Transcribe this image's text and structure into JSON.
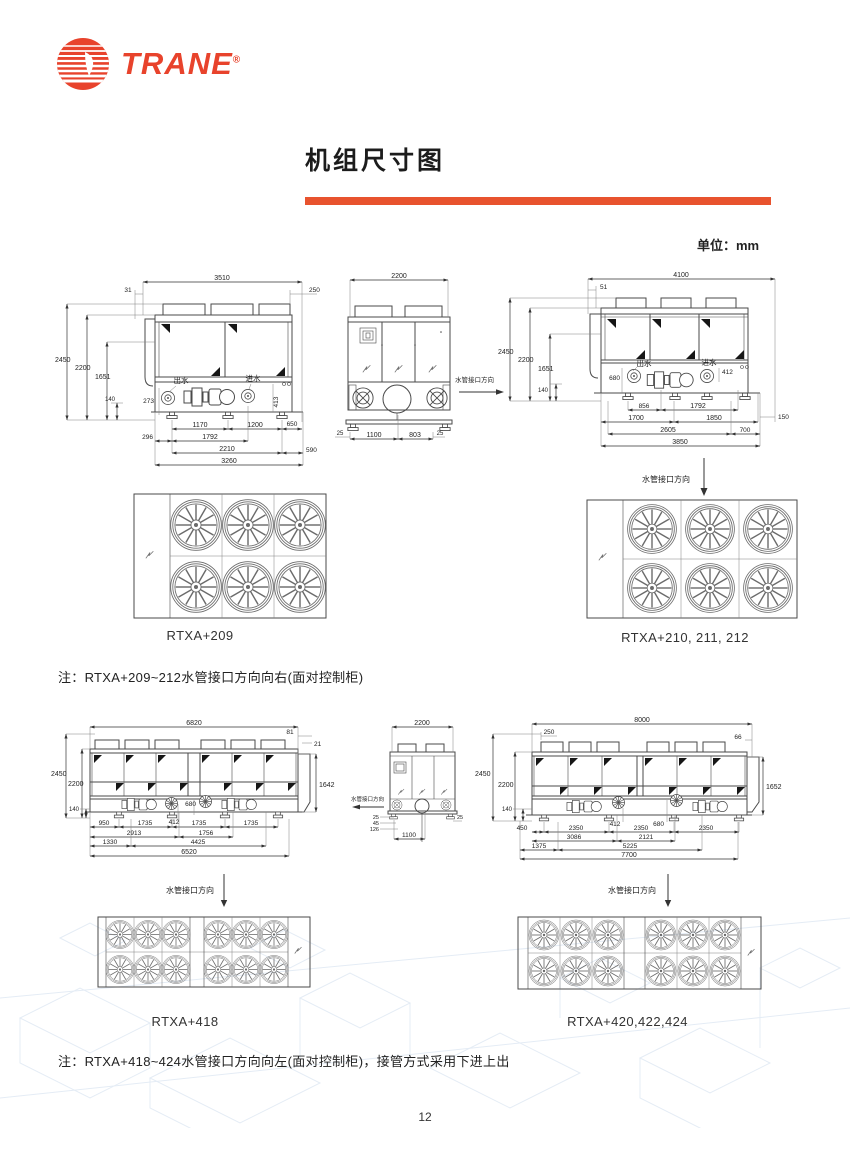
{
  "brand": {
    "name": "TRANE",
    "registered": "®"
  },
  "header": {
    "title": "机组尺寸图",
    "unit_note": "单位：mm"
  },
  "labels": {
    "pipe_dir": "水管接口方向",
    "outlet": "出水",
    "inlet": "进水"
  },
  "models": {
    "m209": "RTXA+209",
    "m210": "RTXA+210, 211, 212",
    "m418": "RTXA+418",
    "m420": "RTXA+420,422,424"
  },
  "notes": {
    "n1": "注：RTXA+209~212水管接口方向向右(面对控制柜)",
    "n2": "注：RTXA+418~424水管接口方向向左(面对控制柜)，接管方式采用下进上出"
  },
  "footer": {
    "page": "12"
  },
  "colors": {
    "accent": "#E8532E",
    "brand_red": "#E8432C",
    "line": "#4A4A4A",
    "watermark": "#E2EAF4"
  },
  "d209": {
    "t1": "3510",
    "t2": "31",
    "t3": "250",
    "l1": "2450",
    "l2": "2200",
    "l3": "1651",
    "l4": "140",
    "i1": "273",
    "i2": "413",
    "b1": "1170",
    "b2": "1200",
    "b3": "650",
    "b4": "296",
    "b5": "1792",
    "b6": "2210",
    "b7": "590",
    "b8": "3260"
  },
  "f209": {
    "t1": "2200",
    "b1": "25",
    "b2": "1100",
    "b3": "803",
    "b4": "25"
  },
  "d210": {
    "t1": "4100",
    "t2": "51",
    "l1": "2450",
    "l2": "2200",
    "l3": "1651",
    "l4": "140",
    "i1": "680",
    "i2": "412",
    "b1": "856",
    "b2": "1792",
    "b3": "1700",
    "b4": "1850",
    "b5": "150",
    "b6": "2605",
    "b7": "700",
    "b8": "3850"
  },
  "d418": {
    "t1": "6820",
    "t2": "81",
    "t3": "21",
    "l1": "2450",
    "l2": "2200",
    "l3": "140",
    "r1": "1642",
    "i1": "680",
    "i2": "412",
    "b1": "950",
    "b2": "1735",
    "b3": "1735",
    "b4": "1735",
    "b5": "2913",
    "b6": "1756",
    "b7": "1330",
    "b8": "4425",
    "b9": "6520"
  },
  "f418": {
    "t1": "2200",
    "s1": "25",
    "s2": "45",
    "s3": "126",
    "b1": "1100",
    "b2": "25"
  },
  "d420": {
    "t1": "8000",
    "t2": "250",
    "t3": "66",
    "l1": "2450",
    "l2": "2200",
    "l3": "140",
    "r1": "1652",
    "i1": "412",
    "i2": "680",
    "b1": "450",
    "b2": "2350",
    "b3": "2350",
    "b4": "2350",
    "b5": "3086",
    "b6": "2121",
    "b7": "1375",
    "b8": "5225",
    "b9": "7700"
  }
}
